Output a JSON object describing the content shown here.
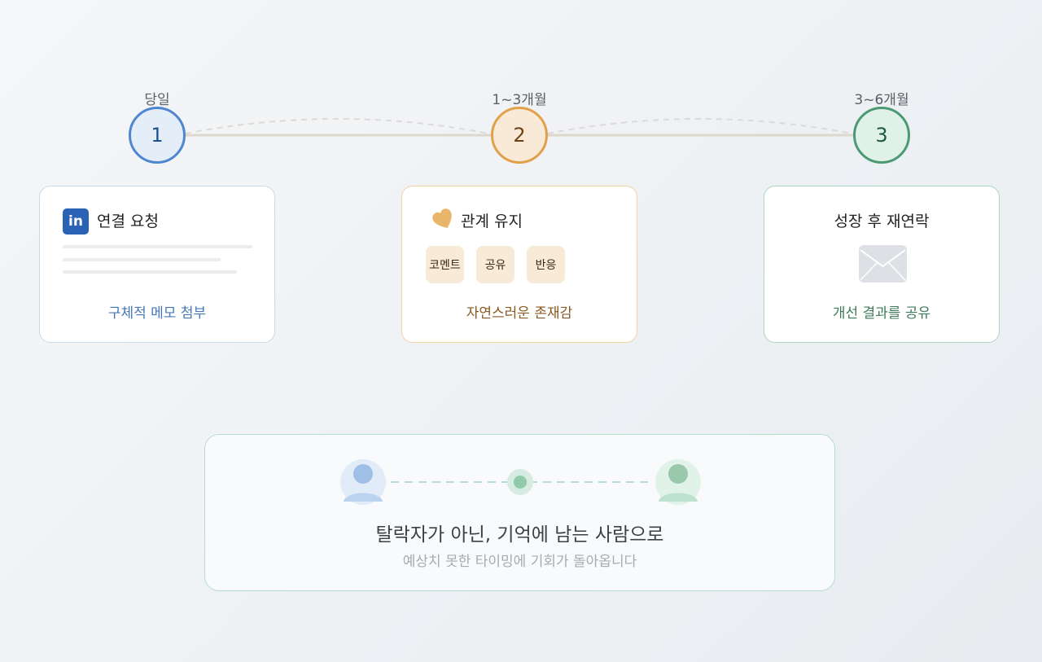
{
  "steps": [
    {
      "label": "당일",
      "number": "1"
    },
    {
      "label": "1~3개월",
      "number": "2"
    },
    {
      "label": "3~6개월",
      "number": "3"
    }
  ],
  "cards": {
    "connect": {
      "icon_text": "in",
      "title": "연결 요청",
      "footer": "구체적 메모 첨부"
    },
    "relationship": {
      "title": "관계 유지",
      "chips": [
        "코멘트",
        "공유",
        "반응"
      ],
      "footer": "자연스러운 존재감"
    },
    "growth": {
      "title": "성장 후 재연락",
      "footer": "개선 결과를 공유"
    }
  },
  "summary": {
    "title": "탈락자가 아닌, 기억에 남는 사람으로",
    "subtitle": "예상치 못한 타이밍에 기회가 돌아옵니다"
  },
  "colors": {
    "step1": "#4f86cf",
    "step2": "#e1a04a",
    "step3": "#4c9a73",
    "linkedin": "#2a62b6"
  }
}
